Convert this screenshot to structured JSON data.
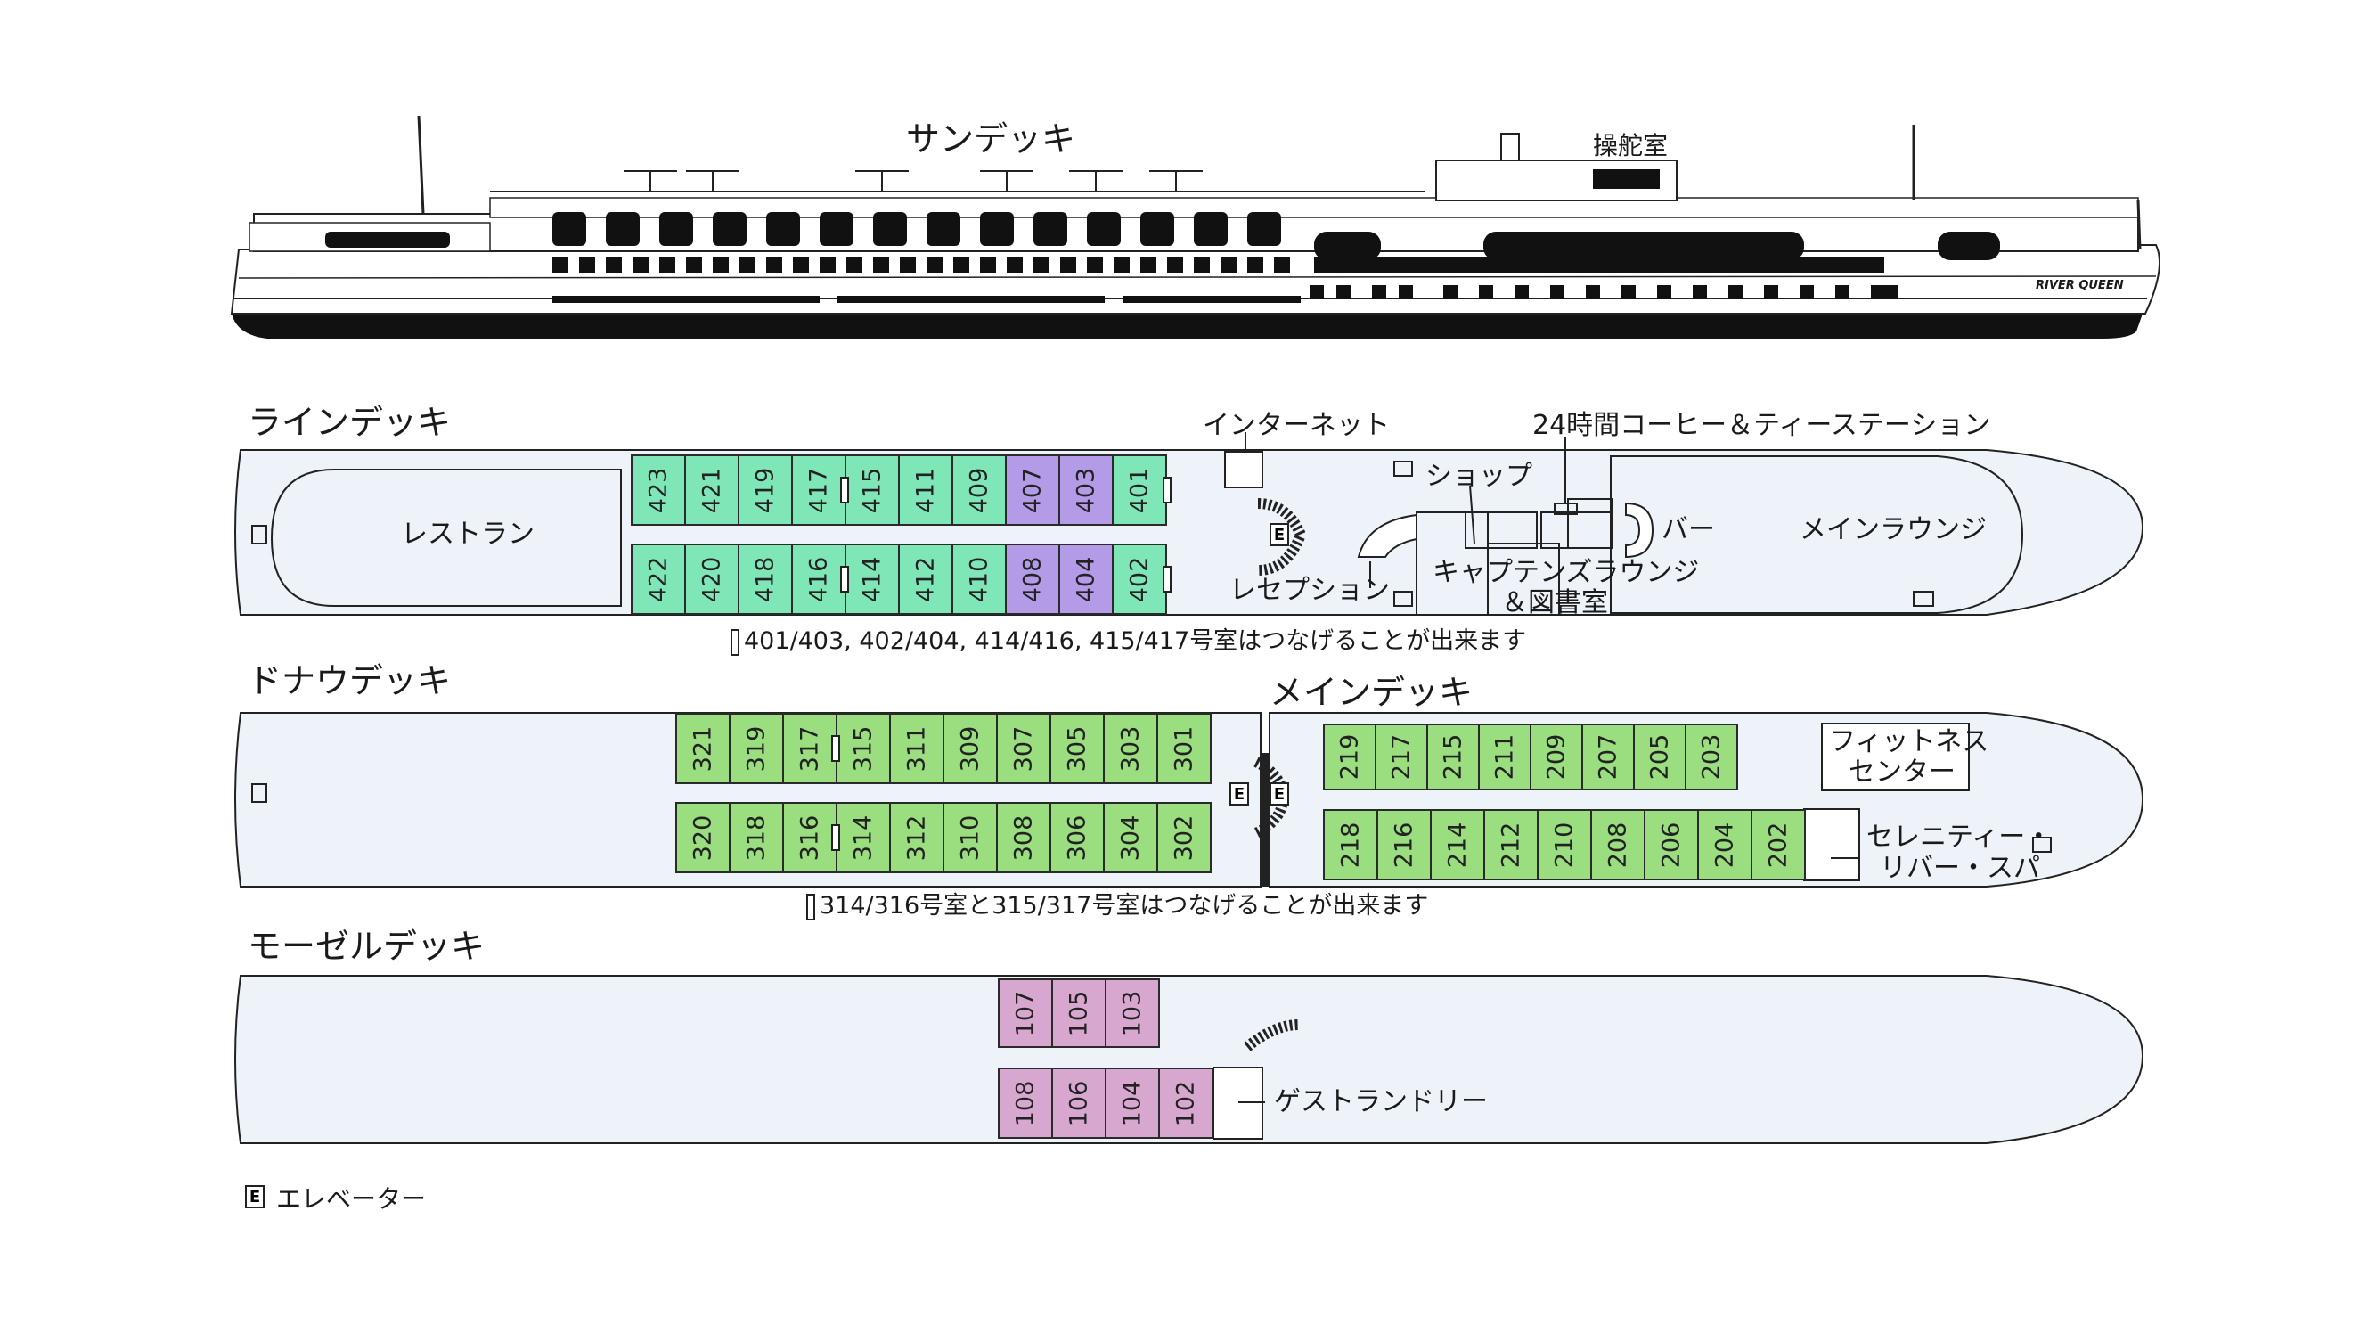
{
  "colors": {
    "deck_fill": "#edf3f9",
    "line_cabin": "#7fe6b8",
    "line_suite": "#b49be8",
    "donau_cabin": "#9ade80",
    "main_cabin": "#9ade80",
    "mosel_cabin": "#d7a7cf",
    "outline": "#2a2a2a"
  },
  "sun_deck": {
    "title": "サンデッキ",
    "wheelhouse": "操舵室",
    "ship_name": "RIVER QUEEN"
  },
  "line_deck": {
    "title": "ラインデッキ",
    "restaurant": "レストラン",
    "internet": "インターネット",
    "coffee_station": "24時間コーヒー＆ティーステーション",
    "shop": "ショップ",
    "bar": "バー",
    "main_lounge": "メインラウンジ",
    "reception": "レセプション",
    "captains_lounge_1": "キャプテンズラウンジ",
    "captains_lounge_2": "＆図書室",
    "note": "401/403, 402/404, 414/416, 415/417号室はつなげることが出来ます",
    "top_row": [
      "423",
      "421",
      "419",
      "417",
      "415",
      "411",
      "409",
      "407",
      "403",
      "401"
    ],
    "bottom_row": [
      "422",
      "420",
      "418",
      "416",
      "414",
      "412",
      "410",
      "408",
      "404",
      "402"
    ]
  },
  "donau_deck": {
    "title": "ドナウデッキ",
    "note": "314/316号室と315/317号室はつなげることが出来ます",
    "top_row": [
      "321",
      "319",
      "317",
      "315",
      "311",
      "309",
      "307",
      "305",
      "303",
      "301"
    ],
    "bottom_row": [
      "320",
      "318",
      "316",
      "314",
      "312",
      "310",
      "308",
      "306",
      "304",
      "302"
    ]
  },
  "main_deck": {
    "title": "メインデッキ",
    "fitness_1": "フィットネス",
    "fitness_2": "センター",
    "spa_1": "セレニティー・",
    "spa_2": "リバー・スパ",
    "top_row": [
      "219",
      "217",
      "215",
      "211",
      "209",
      "207",
      "205",
      "203"
    ],
    "bottom_row": [
      "218",
      "216",
      "214",
      "212",
      "210",
      "208",
      "206",
      "204",
      "202"
    ]
  },
  "mosel_deck": {
    "title": "モーゼルデッキ",
    "laundry": "ゲストランドリー",
    "top_row": [
      "107",
      "105",
      "103"
    ],
    "bottom_row": [
      "108",
      "106",
      "104",
      "102"
    ]
  },
  "legend": {
    "elevator_mark": "E",
    "elevator_label": "エレベーター"
  }
}
